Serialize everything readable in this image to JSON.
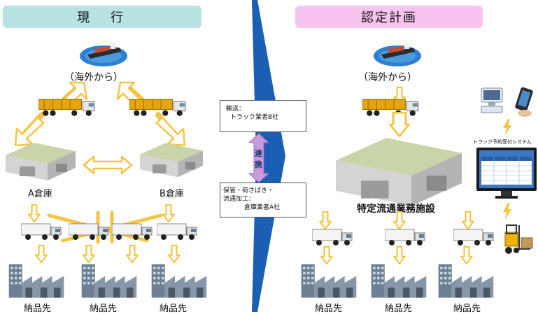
{
  "current": {
    "header": "現　行",
    "overseas": "（海外から）",
    "warehouse_a": "A倉庫",
    "warehouse_b": "B倉庫",
    "destination": "納品先"
  },
  "plan": {
    "header": "認定計画",
    "overseas": "（海外から）",
    "facility": "特定流通業務施設",
    "destination": "納品先",
    "system_label": "トラック予約受付システム"
  },
  "middle": {
    "transport_title": "輸送：",
    "transport_company": "トラック業者B社",
    "link_chars": [
      "連",
      "携"
    ],
    "storage_line1": "保管・荷さばき・",
    "storage_line2": "流通加工：",
    "storage_company": "倉庫業者A社"
  },
  "colors": {
    "current_header": "#b9e2e3",
    "plan_header": "#f7c4ef",
    "arrow_yellow": "#f5c542",
    "arrow_blue": "#1a5fb4",
    "link_arrow": "#c89be0",
    "double_arrow": "#f5c542"
  }
}
